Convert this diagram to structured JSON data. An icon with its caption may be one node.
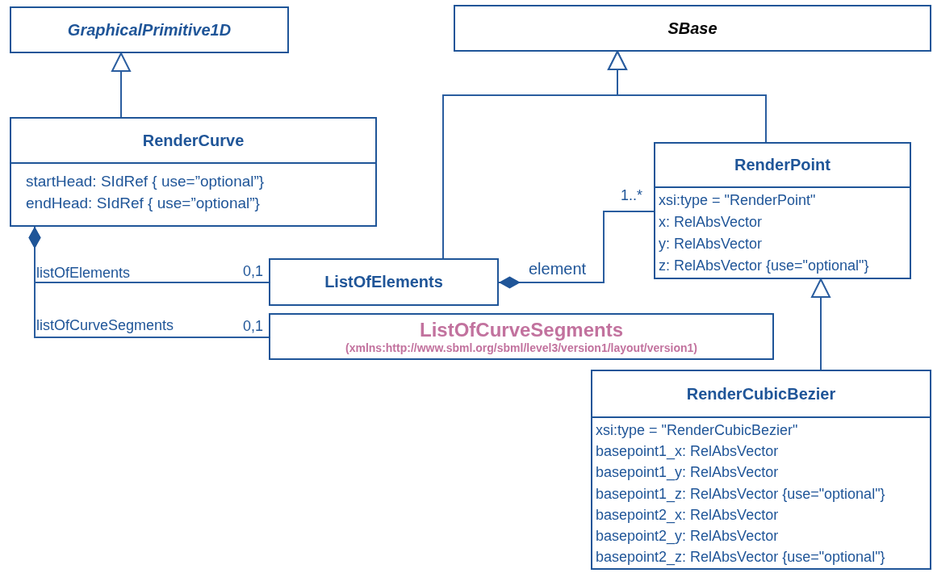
{
  "diagram": {
    "nodes": [
      {
        "text": [
          "GraphicalPrimitive1D"
        ]
      },
      {
        "text": [
          "SBase"
        ]
      },
      {
        "text": [
          "RenderCurve",
          "startHead: SIdRef { use=”optional”}",
          "endHead: SIdRef { use=”optional”}"
        ]
      },
      {
        "text": [
          "RenderPoint",
          "xsi:type = \"RenderPoint\"",
          "x: RelAbsVector",
          "y: RelAbsVector",
          "z: RelAbsVector {use=\"optional\"}"
        ]
      },
      {
        "text": [
          "ListOfElements"
        ]
      },
      {
        "text": [
          "ListOfCurveSegments",
          "(xmlns:http://www.sbml.org/sbml/level3/version1/layout/version1)"
        ]
      },
      {
        "text": [
          "RenderCubicBezier",
          "xsi:type = \"RenderCubicBezier\"",
          "basepoint1_x: RelAbsVector",
          "basepoint1_y: RelAbsVector",
          "basepoint1_z: RelAbsVector {use=\"optional\"}",
          "basepoint2_x: RelAbsVector",
          "basepoint2_y: RelAbsVector",
          "basepoint2_z: RelAbsVector {use=\"optional\"}"
        ]
      }
    ],
    "edges": [
      {
        "from": 2,
        "to": 0,
        "arrow": "to"
      },
      {
        "from": 4,
        "to": 1,
        "arrow": "to"
      },
      {
        "from": 3,
        "to": 1,
        "arrow": "to"
      },
      {
        "from": 6,
        "to": 3,
        "arrow": "to"
      },
      {
        "from": 2,
        "to": 4,
        "arrow": "other",
        "label": "listOfElements"
      },
      {
        "from": 2,
        "to": 5,
        "arrow": "other",
        "label": "listOfCurveSegments"
      },
      {
        "from": 4,
        "to": 3,
        "arrow": "other",
        "label": "element"
      }
    ],
    "labels": [
      "0,1",
      "0,1",
      "1..*"
    ]
  }
}
